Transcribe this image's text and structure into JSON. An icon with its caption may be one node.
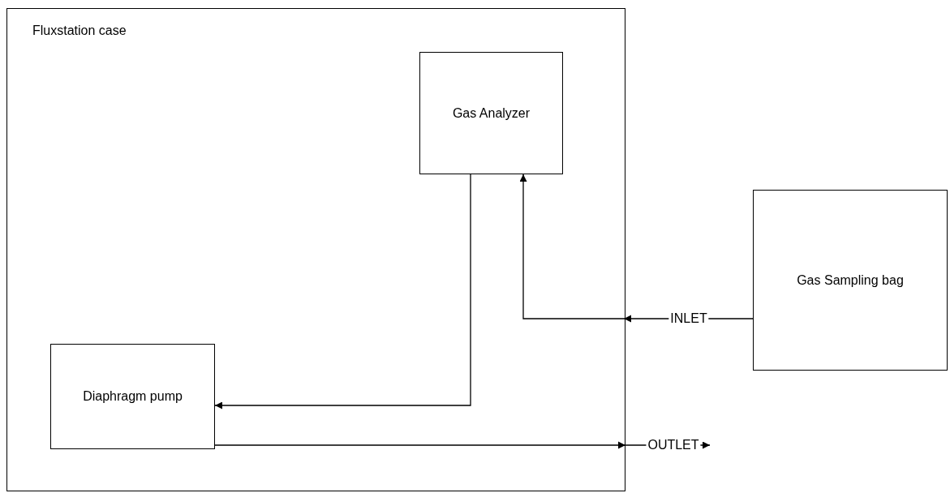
{
  "diagram": {
    "nodes": [
      {
        "text": [
          "Fluxstation case"
        ]
      },
      {
        "text": [
          "Gas Analyzer"
        ],
        "in": 0
      },
      {
        "text": [
          "Diaphragm pump"
        ],
        "in": 0
      },
      {
        "text": [
          "Gas Sampling bag"
        ]
      }
    ],
    "edges": [
      {
        "from": 3,
        "to": 1,
        "arrow": "to",
        "label": "INLET"
      },
      {
        "from": 1,
        "to": 2,
        "arrow": "to"
      },
      {
        "from": 2,
        "to": null,
        "arrow": "to",
        "label": "OUTLET"
      }
    ]
  }
}
